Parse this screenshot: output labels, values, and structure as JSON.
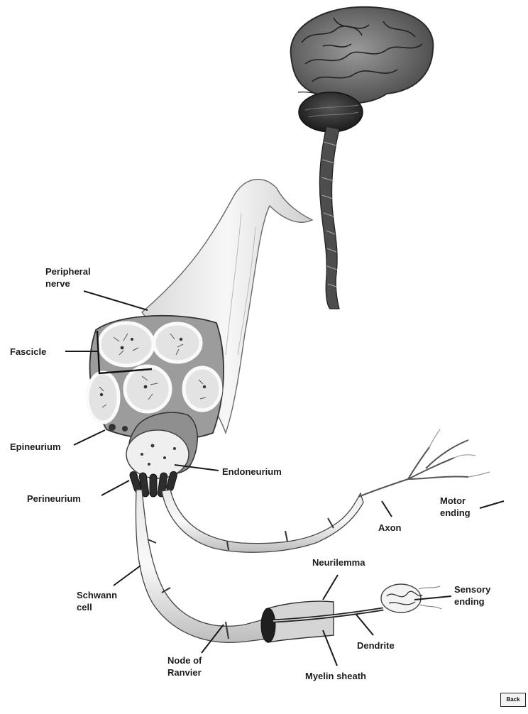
{
  "labels": {
    "peripheral_nerve": [
      "Peripheral",
      "nerve"
    ],
    "fascicle": "Fascicle",
    "epineurium": "Epineurium",
    "endoneurium": "Endoneurium",
    "perineurium": "Perineurium",
    "motor_ending": [
      "Motor",
      "ending"
    ],
    "axon": "Axon",
    "neurilemma": "Neurilemma",
    "sensory_ending": [
      "Sensory",
      "ending"
    ],
    "schwann_cell": [
      "Schwann",
      "cell"
    ],
    "dendrite": "Dendrite",
    "node_of_ranvier": [
      "Node of",
      "Ranvier"
    ],
    "myelin_sheath": "Myelin sheath"
  },
  "back_button": {
    "label": "Back"
  }
}
